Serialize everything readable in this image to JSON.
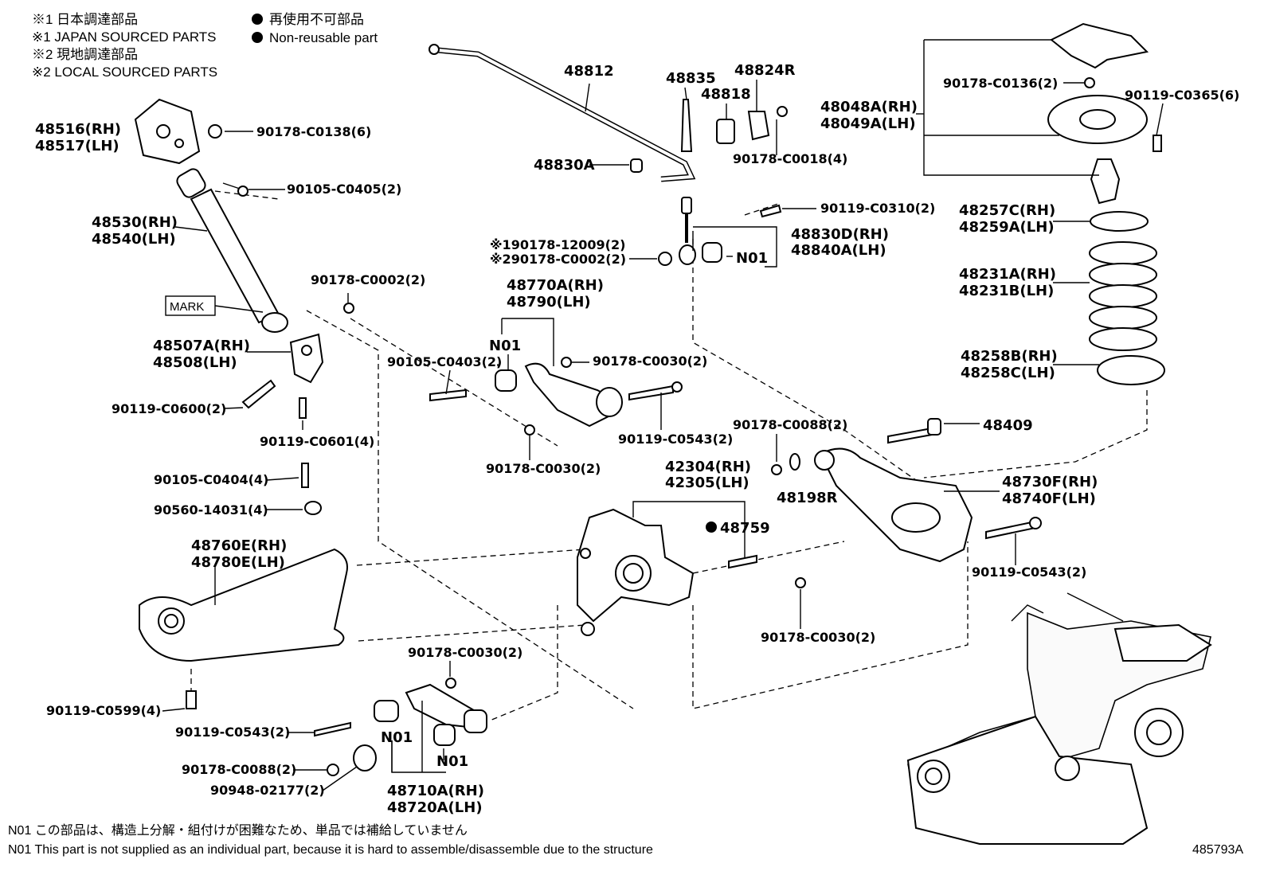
{
  "legend": {
    "jp_sourced_ja": "※1 日本調達部品",
    "jp_sourced_en": "※1 JAPAN SOURCED PARTS",
    "local_sourced_ja": "※2 現地調達部品",
    "local_sourced_en": "※2 LOCAL SOURCED PARTS",
    "nonreusable_ja": "再使用不可部品",
    "nonreusable_en": "Non-reusable part"
  },
  "parts": {
    "p48516": "48516(RH)",
    "p48517": "48517(LH)",
    "p90178_C0138": "90178-C0138(6)",
    "p90105_C0405": "90105-C0405(2)",
    "p48530": "48530(RH)",
    "p48540": "48540(LH)",
    "mark": "MARK",
    "p90178_C0002_2": "90178-C0002(2)",
    "p48507A": "48507A(RH)",
    "p48508": "48508(LH)",
    "p90119_C0600": "90119-C0600(2)",
    "p90119_C0601": "90119-C0601(4)",
    "p90105_C0404": "90105-C0404(4)",
    "p90560_14031": "90560-14031(4)",
    "p48760E": "48760E(RH)",
    "p48780E": "48780E(LH)",
    "p90119_C0599": "90119-C0599(4)",
    "p90119_C0543_bl": "90119-C0543(2)",
    "p90178_C0088_bl": "90178-C0088(2)",
    "p90948_02177": "90948-02177(2)",
    "p48812": "48812",
    "p48835": "48835",
    "p48818": "48818",
    "p48824R": "48824R",
    "p90178_C0018": "90178-C0018(4)",
    "p48830A": "48830A",
    "p90119_C0310": "90119-C0310(2)",
    "p90178_12009": "※190178-12009(2)",
    "p90178_C0002_jp2": "※290178-C0002(2)",
    "p48830D": "48830D(RH)",
    "p48840A": "48840A(LH)",
    "n01_a": "N01",
    "p48770A": "48770A(RH)",
    "p48790": "48790(LH)",
    "n01_b": "N01",
    "p90105_C0403": "90105-C0403(2)",
    "p90178_C0030_a": "90178-C0030(2)",
    "p90119_C0543_m": "90119-C0543(2)",
    "p90178_C0030_b": "90178-C0030(2)",
    "p42304": "42304(RH)",
    "p42305": "42305(LH)",
    "p48759": "48759",
    "p90178_C0030_c": "90178-C0030(2)",
    "n01_c": "N01",
    "n01_d": "N01",
    "p48710A": "48710A(RH)",
    "p48720A": "48720A(LH)",
    "p90178_C0136": "90178-C0136(2)",
    "p90119_C0365": "90119-C0365(6)",
    "p48048A": "48048A(RH)",
    "p48049A": "48049A(LH)",
    "p48257C": "48257C(RH)",
    "p48259A": "48259A(LH)",
    "p48231A": "48231A(RH)",
    "p48231B": "48231B(LH)",
    "p48258B": "48258B(RH)",
    "p48258C": "48258C(LH)",
    "p48409": "48409",
    "p90178_C0088_r": "90178-C0088(2)",
    "p48198R": "48198R",
    "p48730F": "48730F(RH)",
    "p48740F": "48740F(LH)",
    "p90119_C0543_r": "90119-C0543(2)",
    "p90178_C0030_d": "90178-C0030(2)"
  },
  "footer": {
    "note_ja": "N01 この部品は、構造上分解・組付けが困難なため、単品では補給していません",
    "note_en": "N01 This part is not supplied as an individual part, because it is hard to assemble/disassemble due to the structure",
    "figure_id": "485793A"
  }
}
